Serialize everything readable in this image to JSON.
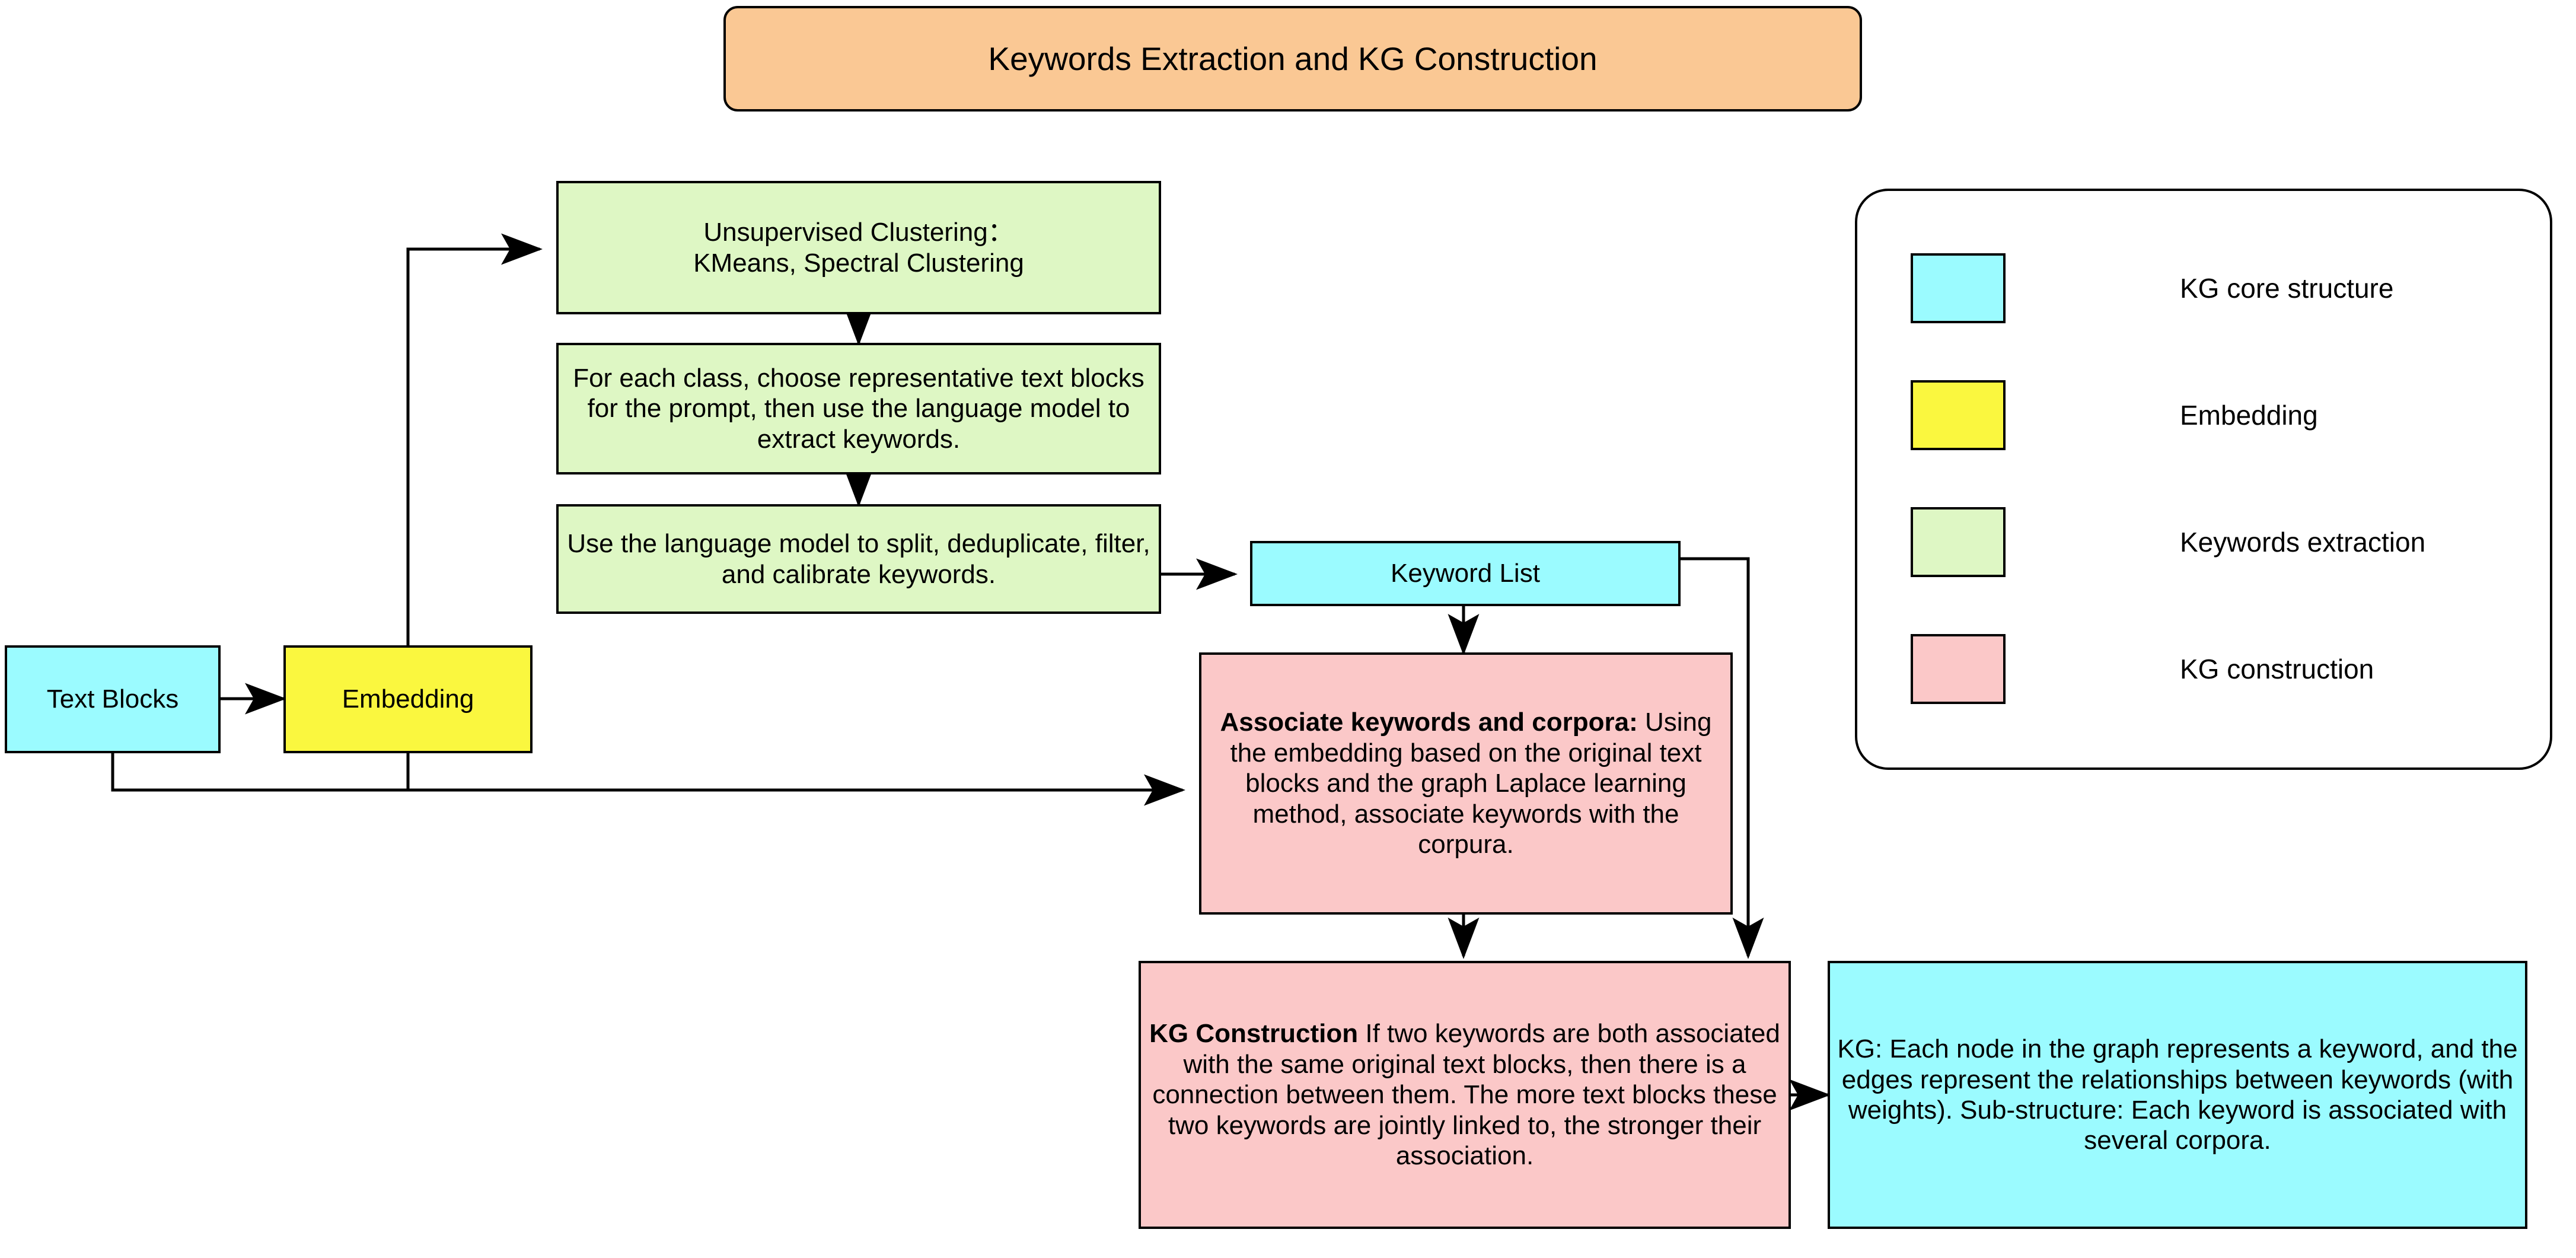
{
  "title": {
    "text": "Keywords Extraction and KG Construction",
    "fill": "#FAC894",
    "stroke": "#000000"
  },
  "colors": {
    "kg_core_structure": "#9BFBFF",
    "embedding": "#FAF73F",
    "keywords_extraction": "#DEF7C4",
    "kg_construction": "#FBC8C8",
    "title_orange": "#FAC894",
    "stroke": "#000000",
    "background": "#FFFFFF"
  },
  "nodes": {
    "text_blocks": {
      "label": "Text Blocks",
      "color_key": "kg_core_structure",
      "font_size": 44
    },
    "embedding": {
      "label": "Embedding",
      "color_key": "embedding",
      "font_size": 44
    },
    "clustering": {
      "line1": "Unsupervised Clustering：",
      "line2": "KMeans, Spectral Clustering",
      "color_key": "keywords_extraction",
      "font_size": 44
    },
    "representative": {
      "text": "For each class, choose representative text blocks for the prompt, then use the language model to extract keywords.",
      "color_key": "keywords_extraction",
      "font_size": 44
    },
    "calibrate": {
      "text": "Use the language model to split, deduplicate, filter, and calibrate keywords.",
      "color_key": "keywords_extraction",
      "font_size": 44
    },
    "keyword_list": {
      "label": "Keyword List",
      "color_key": "kg_core_structure",
      "font_size": 44
    },
    "associate": {
      "heading": "Associate keywords and corpora:",
      "body": "Using the embedding based on the original text blocks and the graph Laplace learning method, associate keywords with the corpura.",
      "color_key": "kg_construction",
      "font_size": 44
    },
    "kg_construction": {
      "heading": "KG Construction",
      "body": "If two keywords are both associated with the same original text blocks, then there is a connection between them. The more text blocks these two keywords are jointly linked to, the stronger their association.",
      "color_key": "kg_construction",
      "font_size": 44
    },
    "kg_result": {
      "text": "KG: Each node in the graph represents a keyword, and the edges represent the relationships between keywords (with weights). Sub-structure: Each keyword is associated with several corpora.",
      "color_key": "kg_core_structure",
      "font_size": 44
    }
  },
  "legend": {
    "items": [
      {
        "label": "KG core structure",
        "color": "#9BFBFF"
      },
      {
        "label": "Embedding",
        "color": "#FAF73F"
      },
      {
        "label": "Keywords extraction",
        "color": "#DEF7C4"
      },
      {
        "label": "KG construction",
        "color": "#FBC8C8"
      }
    ]
  },
  "chart_data": {
    "type": "diagram",
    "title": "Keywords Extraction and KG Construction",
    "nodes": [
      {
        "id": "text_blocks",
        "label": "Text Blocks",
        "category": "KG core structure"
      },
      {
        "id": "embedding",
        "label": "Embedding",
        "category": "Embedding"
      },
      {
        "id": "clustering",
        "label": "Unsupervised Clustering： KMeans, Spectral Clustering",
        "category": "Keywords extraction"
      },
      {
        "id": "representative",
        "label": "For each class, choose representative text blocks for the prompt, then use the language model to extract keywords.",
        "category": "Keywords extraction"
      },
      {
        "id": "calibrate",
        "label": "Use the language model to split, deduplicate, filter, and calibrate keywords.",
        "category": "Keywords extraction"
      },
      {
        "id": "keyword_list",
        "label": "Keyword List",
        "category": "KG core structure"
      },
      {
        "id": "associate",
        "label": "Associate keywords and corpora",
        "category": "KG construction"
      },
      {
        "id": "kg_construction",
        "label": "KG Construction",
        "category": "KG construction"
      },
      {
        "id": "kg_result",
        "label": "KG",
        "category": "KG core structure"
      }
    ],
    "edges": [
      {
        "from": "text_blocks",
        "to": "embedding"
      },
      {
        "from": "embedding",
        "to": "clustering"
      },
      {
        "from": "clustering",
        "to": "representative"
      },
      {
        "from": "representative",
        "to": "calibrate"
      },
      {
        "from": "calibrate",
        "to": "keyword_list"
      },
      {
        "from": "keyword_list",
        "to": "associate"
      },
      {
        "from": "text_blocks",
        "to": "associate"
      },
      {
        "from": "associate",
        "to": "kg_construction"
      },
      {
        "from": "keyword_list",
        "to": "kg_construction"
      },
      {
        "from": "kg_construction",
        "to": "kg_result"
      }
    ]
  }
}
